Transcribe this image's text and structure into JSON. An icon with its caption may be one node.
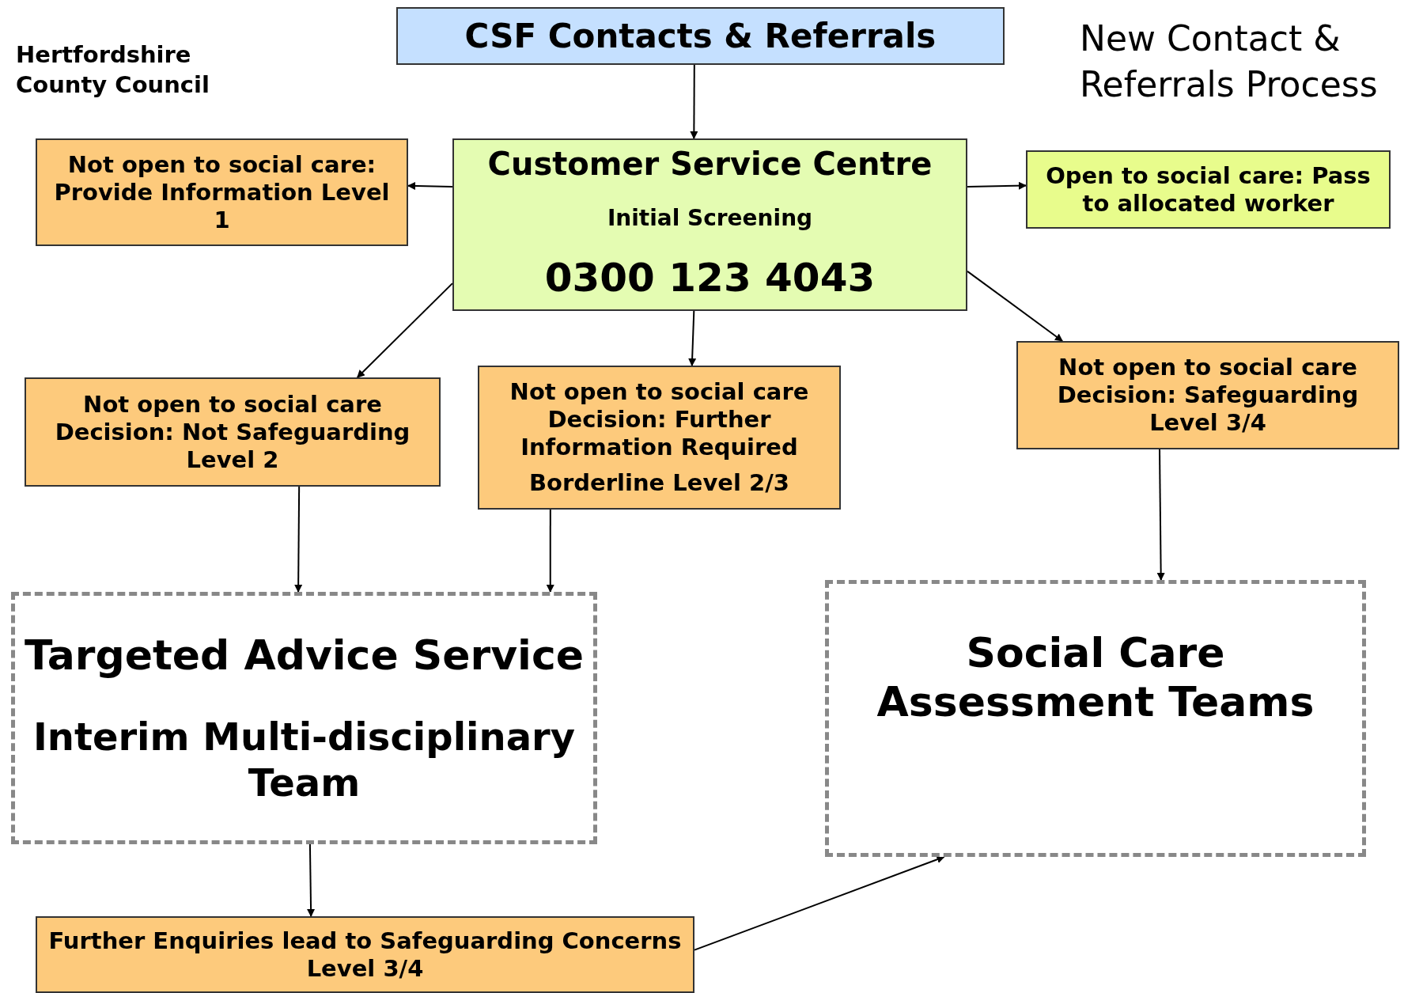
{
  "diagram": {
    "title": "New Contact & Referrals Process",
    "nodes": [
      {
        "text": [
          "CSF Contacts & Referrals"
        ]
      },
      {
        "text": [
          "Customer Service Centre",
          "Initial Screening",
          "0300 123 4043"
        ]
      },
      {
        "text": [
          "Not open to social care: Provide Information Level 1"
        ]
      },
      {
        "text": [
          "Open to social care: Pass to allocated worker"
        ]
      },
      {
        "text": [
          "Not open to social care Decision: Not Safeguarding Level 2"
        ]
      },
      {
        "text": [
          "Not open to social care Decision: Further Information Required",
          "Borderline Level 2/3"
        ]
      },
      {
        "text": [
          "Not open to social care Decision: Safeguarding Level 3/4"
        ]
      },
      {
        "text": [
          "Targeted Advice Service",
          "Interim Multi-disciplinary Team"
        ]
      },
      {
        "text": [
          "Social Care Assessment Teams"
        ]
      },
      {
        "text": [
          "Further Enquiries lead to Safeguarding Concerns Level 3/4"
        ]
      }
    ],
    "edges": [
      {
        "from": 0,
        "to": 1,
        "arrow": "to"
      },
      {
        "from": 1,
        "to": 2,
        "arrow": "to"
      },
      {
        "from": 1,
        "to": 3,
        "arrow": "to"
      },
      {
        "from": 1,
        "to": 4,
        "arrow": "to"
      },
      {
        "from": 1,
        "to": 5,
        "arrow": "to"
      },
      {
        "from": 1,
        "to": 6,
        "arrow": "to"
      },
      {
        "from": 4,
        "to": 7,
        "arrow": "to"
      },
      {
        "from": 5,
        "to": 7,
        "arrow": "to"
      },
      {
        "from": 6,
        "to": 8,
        "arrow": "to"
      },
      {
        "from": 7,
        "to": 9,
        "arrow": "to"
      },
      {
        "from": 9,
        "to": 8,
        "arrow": "to"
      }
    ],
    "labels": [
      "Hertfordshire County Council"
    ]
  }
}
